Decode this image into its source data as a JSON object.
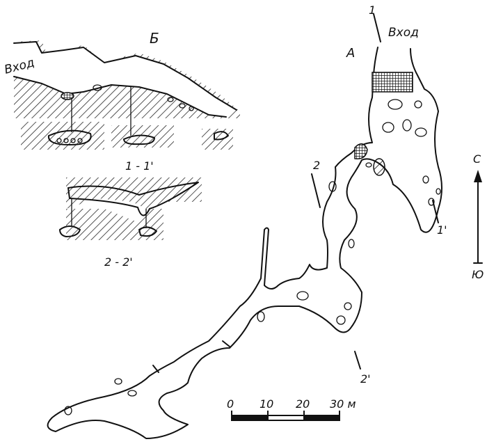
{
  "section_label": "Б",
  "plan_label": "А",
  "entrance_left": "Вход",
  "entrance_right": "Вход",
  "section_marks": {
    "s1_start": "1",
    "s1_end": "1'",
    "s2_start": "2",
    "s2_end": "2'"
  },
  "section_titles": {
    "s1": "1 - 1'",
    "s2": "2 - 2'"
  },
  "compass": {
    "north": "С",
    "south": "Ю"
  },
  "scale": {
    "ticks": [
      "0",
      "10",
      "20",
      "30 м"
    ]
  },
  "colors": {
    "ink": "#111111",
    "paper": "#ffffff"
  }
}
